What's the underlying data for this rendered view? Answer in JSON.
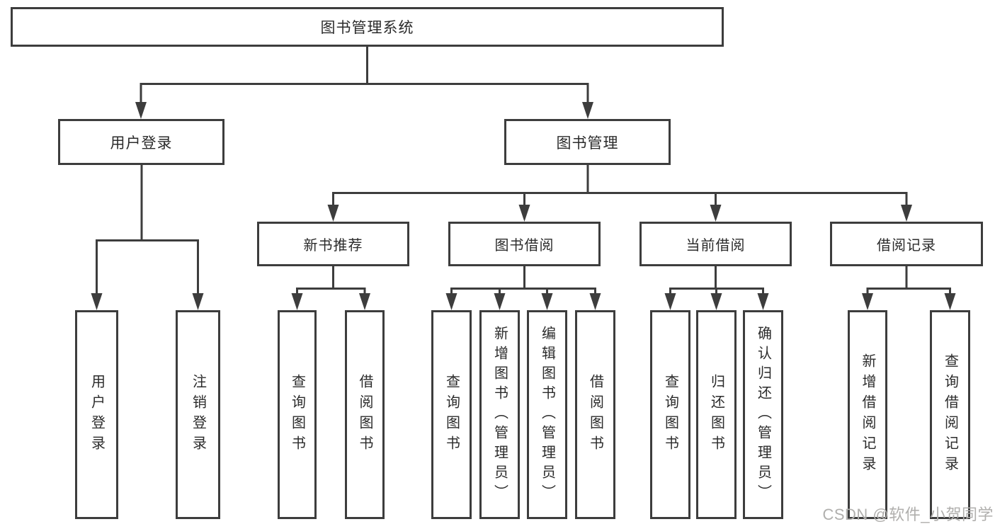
{
  "tree": {
    "root": {
      "label": "图书管理系统"
    },
    "branches": [
      {
        "label": "用户登录",
        "children": [
          {
            "label": "用户登录"
          },
          {
            "label": "注销登录"
          }
        ]
      },
      {
        "label": "图书管理",
        "children": [
          {
            "label": "新书推荐",
            "children": [
              {
                "label": "查询图书"
              },
              {
                "label": "借阅图书"
              }
            ]
          },
          {
            "label": "图书借阅",
            "children": [
              {
                "label": "查询图书"
              },
              {
                "label": "新增图书（管理员）"
              },
              {
                "label": "编辑图书（管理员）"
              },
              {
                "label": "借阅图书"
              }
            ]
          },
          {
            "label": "当前借阅",
            "children": [
              {
                "label": "查询图书"
              },
              {
                "label": "归还图书"
              },
              {
                "label": "确认归还（管理员）"
              }
            ]
          },
          {
            "label": "借阅记录",
            "children": [
              {
                "label": "新增借阅记录"
              },
              {
                "label": "查询借阅记录"
              }
            ]
          }
        ]
      }
    ]
  },
  "watermark": {
    "text": "CSDN @软件_小贺同学"
  },
  "colors": {
    "line": "#3d3d3d",
    "box_border": "#3d3d3d",
    "text": "#2b2b2b",
    "watermark": "#b0afad",
    "background": "#ffffff"
  }
}
